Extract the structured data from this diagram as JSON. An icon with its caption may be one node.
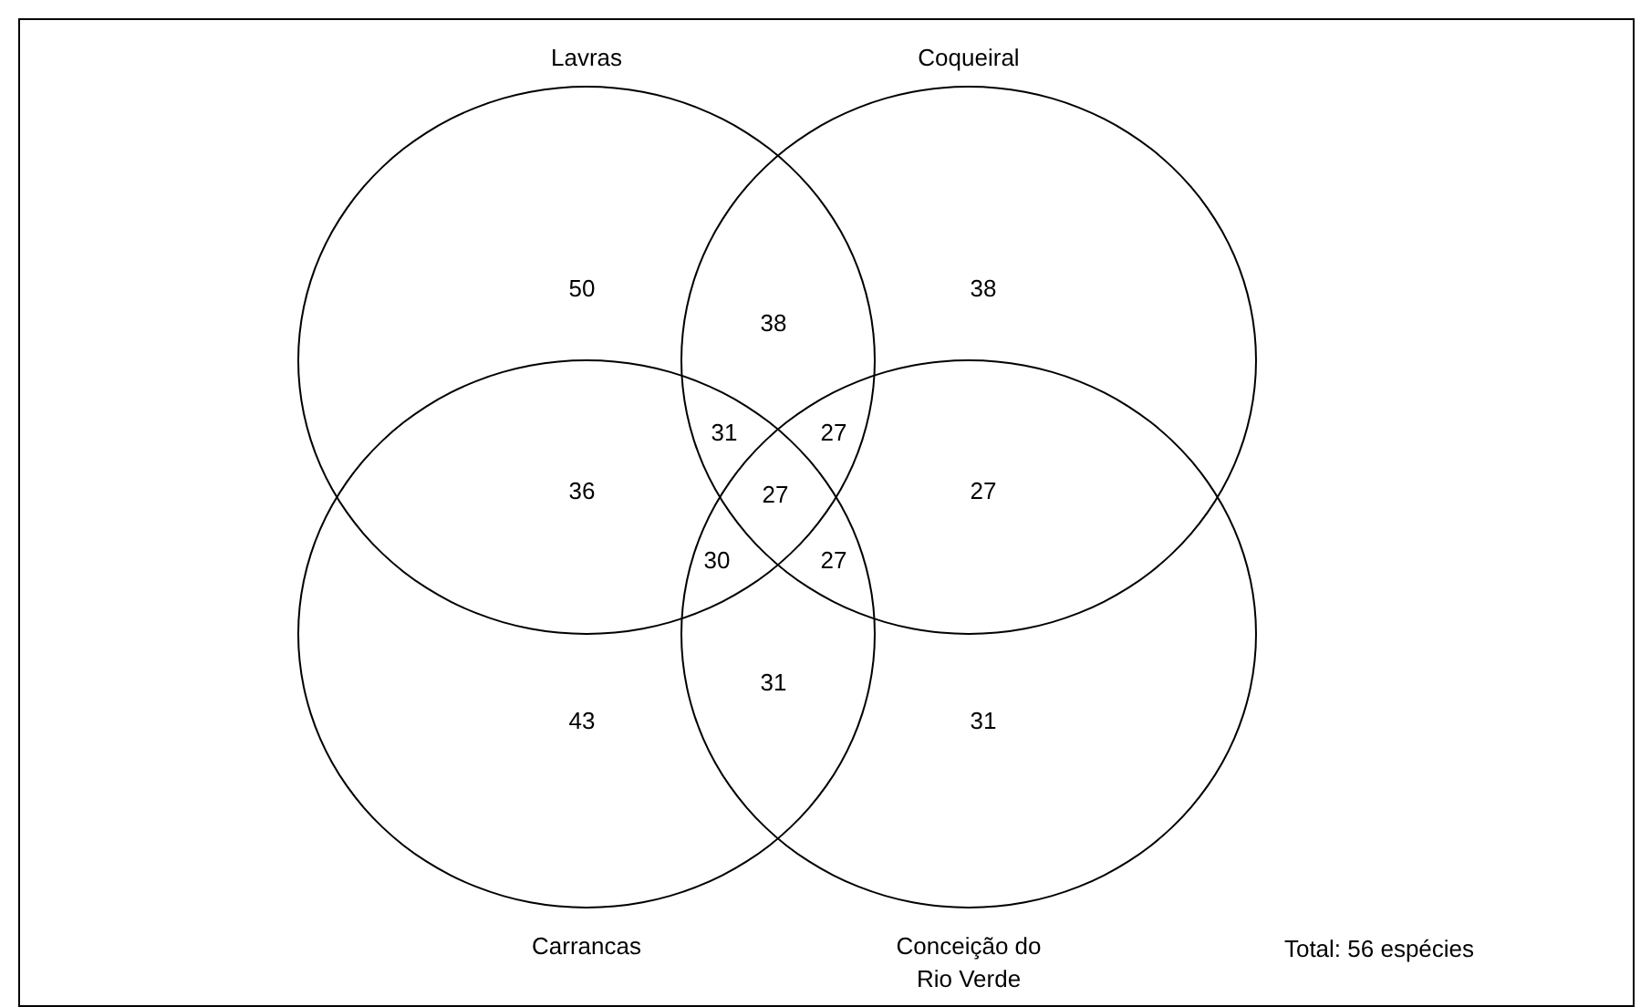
{
  "diagram": {
    "nodes": [
      {
        "text": [
          "Lavras"
        ]
      },
      {
        "text": [
          "Coqueiral"
        ]
      },
      {
        "text": [
          "Carrancas"
        ]
      },
      {
        "text": [
          "Conceição do Rio Verde"
        ]
      }
    ],
    "labels": [
      "50",
      "38",
      "38",
      "31",
      "27",
      "36",
      "27",
      "27",
      "30",
      "27",
      "43",
      "31",
      "31",
      "Total: 56 espécies"
    ]
  }
}
